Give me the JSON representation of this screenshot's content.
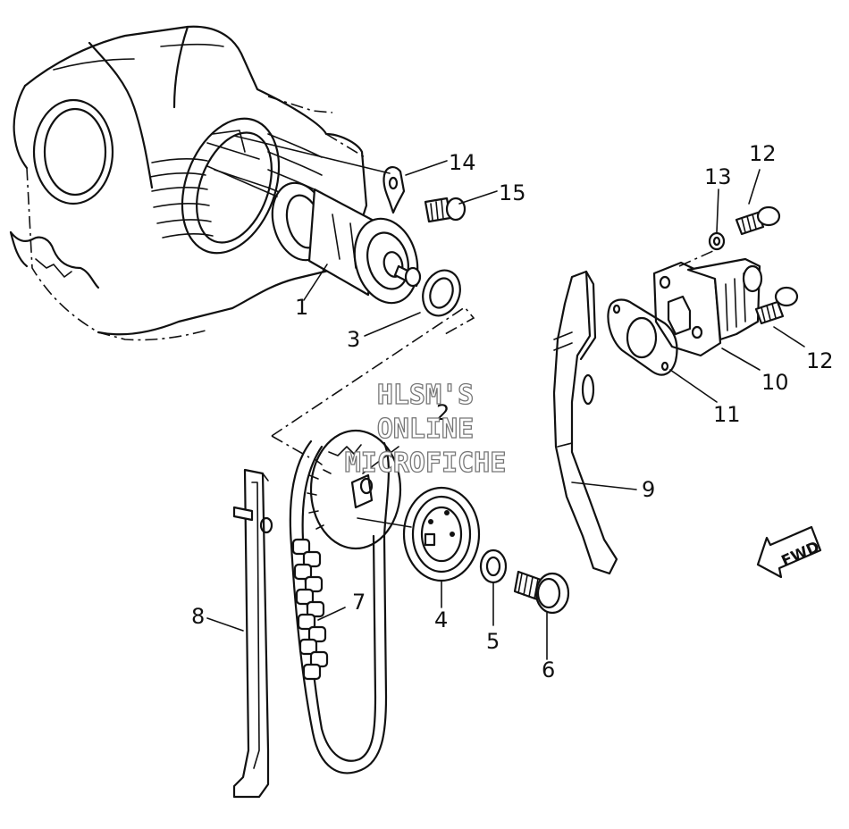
{
  "parts": [
    {
      "id": "cam",
      "number": "1"
    },
    {
      "id": "cam-sprocket",
      "number": "2"
    },
    {
      "id": "circlip",
      "number": "3"
    },
    {
      "id": "rotor",
      "number": "4"
    },
    {
      "id": "washer",
      "number": "5"
    },
    {
      "id": "bolt",
      "number": "6"
    },
    {
      "id": "cam-chain",
      "number": "7"
    },
    {
      "id": "chain-guide-left",
      "number": "8"
    },
    {
      "id": "chain-guide-right",
      "number": "9"
    },
    {
      "id": "tensioner",
      "number": "10"
    },
    {
      "id": "tensioner-gasket",
      "number": "11"
    },
    {
      "id": "tensioner-bolt-upper",
      "number": "12"
    },
    {
      "id": "tensioner-bolt-lower",
      "number": "12"
    },
    {
      "id": "tensioner-washer",
      "number": "13"
    },
    {
      "id": "plate",
      "number": "14"
    },
    {
      "id": "plate-screw",
      "number": "15"
    }
  ],
  "watermark": {
    "line1": "HLSM'S",
    "line2": "ONLINE",
    "line3": "MICROFICHE"
  },
  "direction_badge": {
    "label": "FWD"
  }
}
